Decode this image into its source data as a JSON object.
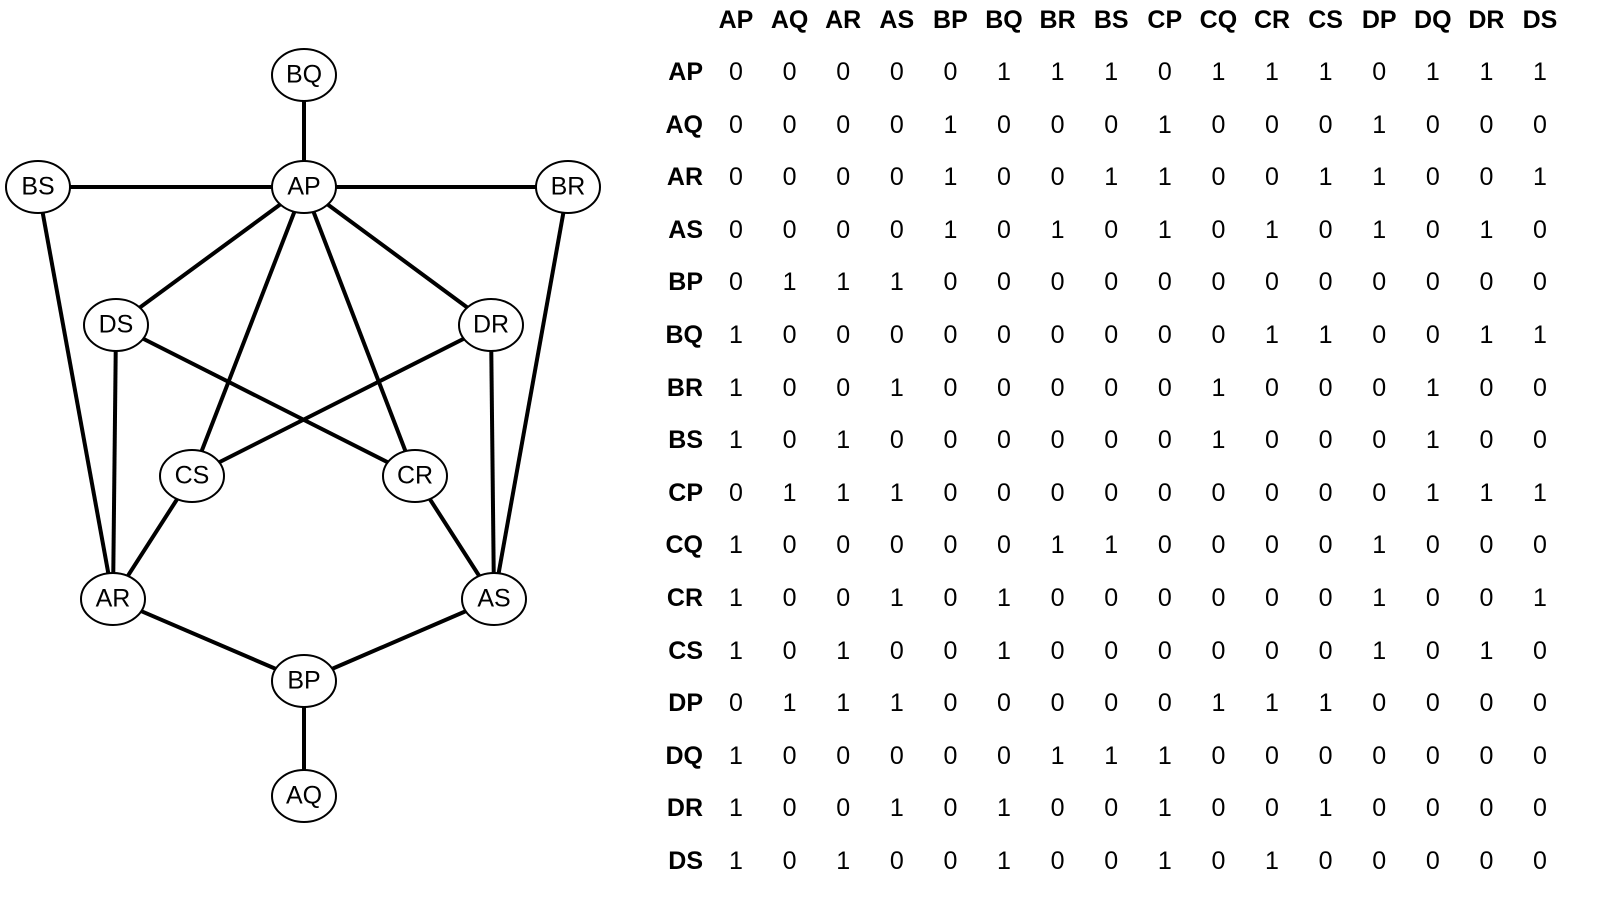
{
  "nodes": [
    {
      "id": "BQ",
      "label": "BQ"
    },
    {
      "id": "BS",
      "label": "BS"
    },
    {
      "id": "AP",
      "label": "AP"
    },
    {
      "id": "BR",
      "label": "BR"
    },
    {
      "id": "DS",
      "label": "DS"
    },
    {
      "id": "DR",
      "label": "DR"
    },
    {
      "id": "CS",
      "label": "CS"
    },
    {
      "id": "CR",
      "label": "CR"
    },
    {
      "id": "AR",
      "label": "AR"
    },
    {
      "id": "AS",
      "label": "AS"
    },
    {
      "id": "BP",
      "label": "BP"
    },
    {
      "id": "AQ",
      "label": "AQ"
    }
  ],
  "edges": [
    [
      "BQ",
      "AP"
    ],
    [
      "BS",
      "AP"
    ],
    [
      "AP",
      "BR"
    ],
    [
      "AP",
      "DS"
    ],
    [
      "AP",
      "CS"
    ],
    [
      "AP",
      "CR"
    ],
    [
      "AP",
      "DR"
    ],
    [
      "BS",
      "AR"
    ],
    [
      "BR",
      "AS"
    ],
    [
      "DS",
      "AR"
    ],
    [
      "DS",
      "CR"
    ],
    [
      "DR",
      "CS"
    ],
    [
      "DR",
      "AS"
    ],
    [
      "CS",
      "AR"
    ],
    [
      "CR",
      "AS"
    ],
    [
      "AR",
      "BP"
    ],
    [
      "AS",
      "BP"
    ],
    [
      "BP",
      "AQ"
    ]
  ],
  "matrix": {
    "column_headers": [
      "AP",
      "AQ",
      "AR",
      "AS",
      "BP",
      "BQ",
      "BR",
      "BS",
      "CP",
      "CQ",
      "CR",
      "CS",
      "DP",
      "DQ",
      "DR",
      "DS"
    ],
    "row_headers": [
      "AP",
      "AQ",
      "AR",
      "AS",
      "BP",
      "BQ",
      "BR",
      "BS",
      "CP",
      "CQ",
      "CR",
      "CS",
      "DP",
      "DQ",
      "DR",
      "DS"
    ],
    "rows": [
      [
        0,
        0,
        0,
        0,
        0,
        1,
        1,
        1,
        0,
        1,
        1,
        1,
        0,
        1,
        1,
        1
      ],
      [
        0,
        0,
        0,
        0,
        1,
        0,
        0,
        0,
        1,
        0,
        0,
        0,
        1,
        0,
        0,
        0
      ],
      [
        0,
        0,
        0,
        0,
        1,
        0,
        0,
        1,
        1,
        0,
        0,
        1,
        1,
        0,
        0,
        1
      ],
      [
        0,
        0,
        0,
        0,
        1,
        0,
        1,
        0,
        1,
        0,
        1,
        0,
        1,
        0,
        1,
        0
      ],
      [
        0,
        1,
        1,
        1,
        0,
        0,
        0,
        0,
        0,
        0,
        0,
        0,
        0,
        0,
        0,
        0
      ],
      [
        1,
        0,
        0,
        0,
        0,
        0,
        0,
        0,
        0,
        0,
        1,
        1,
        0,
        0,
        1,
        1
      ],
      [
        1,
        0,
        0,
        1,
        0,
        0,
        0,
        0,
        0,
        1,
        0,
        0,
        0,
        1,
        0,
        0
      ],
      [
        1,
        0,
        1,
        0,
        0,
        0,
        0,
        0,
        0,
        1,
        0,
        0,
        0,
        1,
        0,
        0
      ],
      [
        0,
        1,
        1,
        1,
        0,
        0,
        0,
        0,
        0,
        0,
        0,
        0,
        0,
        1,
        1,
        1
      ],
      [
        1,
        0,
        0,
        0,
        0,
        0,
        1,
        1,
        0,
        0,
        0,
        0,
        1,
        0,
        0,
        0
      ],
      [
        1,
        0,
        0,
        1,
        0,
        1,
        0,
        0,
        0,
        0,
        0,
        0,
        1,
        0,
        0,
        1
      ],
      [
        1,
        0,
        1,
        0,
        0,
        1,
        0,
        0,
        0,
        0,
        0,
        0,
        1,
        0,
        1,
        0
      ],
      [
        0,
        1,
        1,
        1,
        0,
        0,
        0,
        0,
        0,
        1,
        1,
        1,
        0,
        0,
        0,
        0
      ],
      [
        1,
        0,
        0,
        0,
        0,
        0,
        1,
        1,
        1,
        0,
        0,
        0,
        0,
        0,
        0,
        0
      ],
      [
        1,
        0,
        0,
        1,
        0,
        1,
        0,
        0,
        1,
        0,
        0,
        1,
        0,
        0,
        0,
        0
      ],
      [
        1,
        0,
        1,
        0,
        0,
        1,
        0,
        0,
        1,
        0,
        1,
        0,
        0,
        0,
        0,
        0
      ]
    ]
  }
}
